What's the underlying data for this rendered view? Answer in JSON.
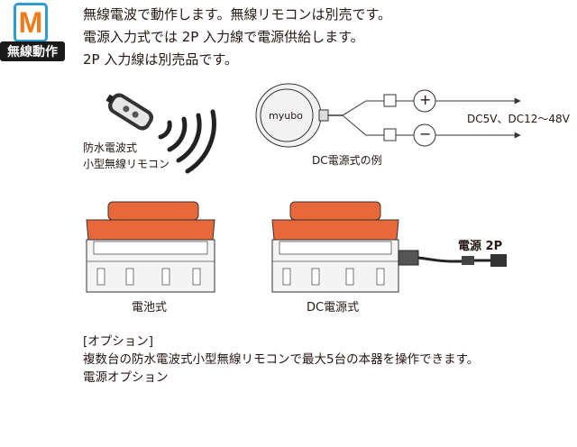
{
  "badge": {
    "letter": "M",
    "label": "無線動作"
  },
  "intro": [
    "無線電波で動作します。無線リモコンは別売です。",
    "電源入力式では 2P 入力線で電源供給します。",
    "2P 入力線は別売品です。"
  ],
  "remote": {
    "caption_line1": "防水電波式",
    "caption_line2": "小型無線リモコン"
  },
  "dc_diagram": {
    "logo": "myubo",
    "plus": "+",
    "minus": "−",
    "voltage": "DC5V、DC12～48V",
    "caption": "DC電源式の例"
  },
  "products": {
    "battery_caption": "電池式",
    "dc_caption": "DC電源式",
    "power_label": "電源 2P"
  },
  "option": {
    "heading": "[オプション]",
    "line1": "複数台の防水電波式小型無線リモコンで最大5台の本器を操作できます。",
    "line2": "電源オプション"
  },
  "colors": {
    "accent_orange": "#e8683a",
    "badge_blue": "#2f9bd5",
    "badge_letter": "#f07a1a"
  }
}
